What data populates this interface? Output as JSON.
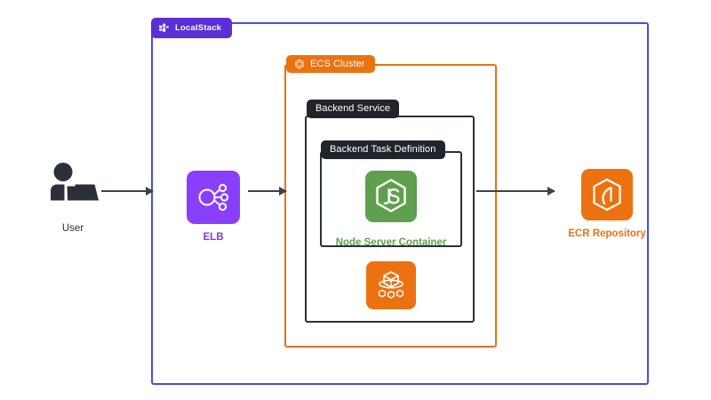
{
  "diagram": {
    "title": "LocalStack ECS architecture diagram",
    "background": "#ffffff"
  },
  "groups": {
    "localstack": {
      "label": "LocalStack",
      "border_color": "#4250e8",
      "badge_color": "#5a2ed8",
      "icon": "localstack-logo-icon"
    },
    "ecs_cluster": {
      "label": "ECS Cluster",
      "border_color": "#ec7211",
      "badge_color": "#ec7211",
      "icon": "ecs-cluster-icon"
    },
    "backend_service": {
      "label": "Backend Service",
      "border_color": "#2b2f38",
      "badge_color": "#21242b"
    },
    "task_definition": {
      "label": "Backend Task Definition",
      "border_color": "#2b2f38",
      "badge_color": "#21242b"
    }
  },
  "nodes": {
    "user": {
      "label": "User",
      "icon": "user-laptop-icon",
      "color": "#2b2f38"
    },
    "elb": {
      "label": "ELB",
      "icon": "elastic-load-balancer-icon",
      "tile_color": "#8a3ffc",
      "label_color": "#7b3fe4"
    },
    "node_server": {
      "label": "Node Server Container",
      "icon": "nodejs-icon",
      "tile_color": "#5fa04e",
      "label_color": "#5fa04e"
    },
    "ecs_task": {
      "label": "",
      "icon": "aws-ecs-icon",
      "tile_color": "#ec7211"
    },
    "ecr": {
      "label": "ECR Repository",
      "icon": "ecr-repository-icon",
      "tile_color": "#ec7211",
      "label_color": "#ec7211"
    }
  },
  "connections": [
    {
      "name": "user-to-elb",
      "from": "user",
      "to": "elb",
      "arrow_color": "#3c414c"
    },
    {
      "name": "elb-to-ecs-cluster",
      "from": "elb",
      "to": "ecs_cluster",
      "arrow_color": "#3c414c"
    },
    {
      "name": "service-to-ecr",
      "from": "backend_service",
      "to": "ecr",
      "arrow_color": "#3c414c"
    }
  ]
}
